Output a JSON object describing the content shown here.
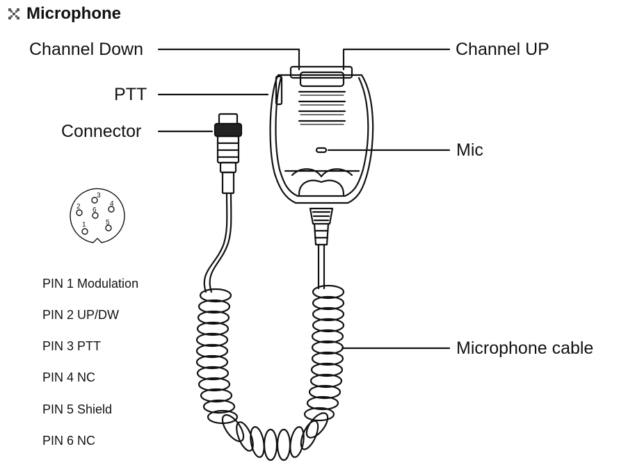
{
  "title": "Microphone",
  "labels": {
    "channel_down": "Channel Down",
    "channel_up": "Channel UP",
    "ptt": "PTT",
    "connector": "Connector",
    "mic": "Mic",
    "cable": "Microphone cable"
  },
  "pin_numbers": [
    "1",
    "2",
    "3",
    "4",
    "5",
    "6"
  ],
  "pins": [
    "PIN 1 Modulation",
    "PIN 2 UP/DW",
    "PIN 3 PTT",
    "PIN 4 NC",
    "PIN 5 Shield",
    "PIN 6 NC"
  ]
}
